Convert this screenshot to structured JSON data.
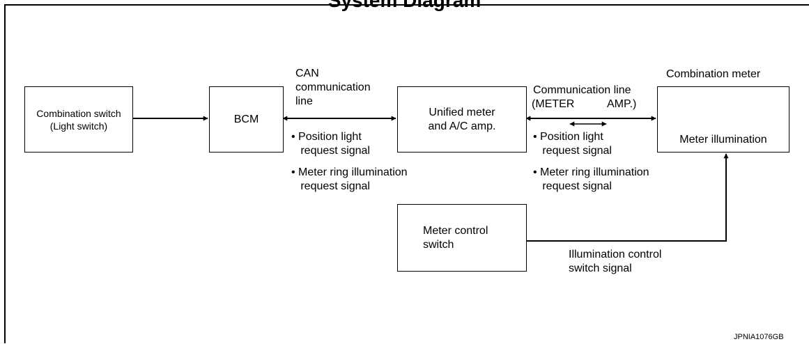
{
  "title": "System Diagram",
  "boxes": {
    "combination_switch": "Combination switch\n(Light switch)",
    "bcm": "BCM",
    "unified_meter": "Unified meter\nand A/C amp.",
    "meter_control_switch": "Meter control\nswitch",
    "meter_illumination": "Meter illumination"
  },
  "labels": {
    "can_line": "CAN\ncommunication\nline",
    "comm_line": "Communication line",
    "meter_amp_left": "(METER",
    "meter_amp_right": "AMP.)",
    "combination_meter": "Combination meter",
    "bullet_can_1": "• Position light\n   request signal",
    "bullet_can_2": "• Meter ring illumination\n   request signal",
    "bullet_comm_1": "• Position light\n   request signal",
    "bullet_comm_2": "• Meter ring illumination\n   request signal",
    "illumination_signal": "Illumination control\nswitch signal",
    "figure_id": "JPNIA1076GB"
  },
  "icons": {
    "bulb": "light-bulb-icon"
  }
}
